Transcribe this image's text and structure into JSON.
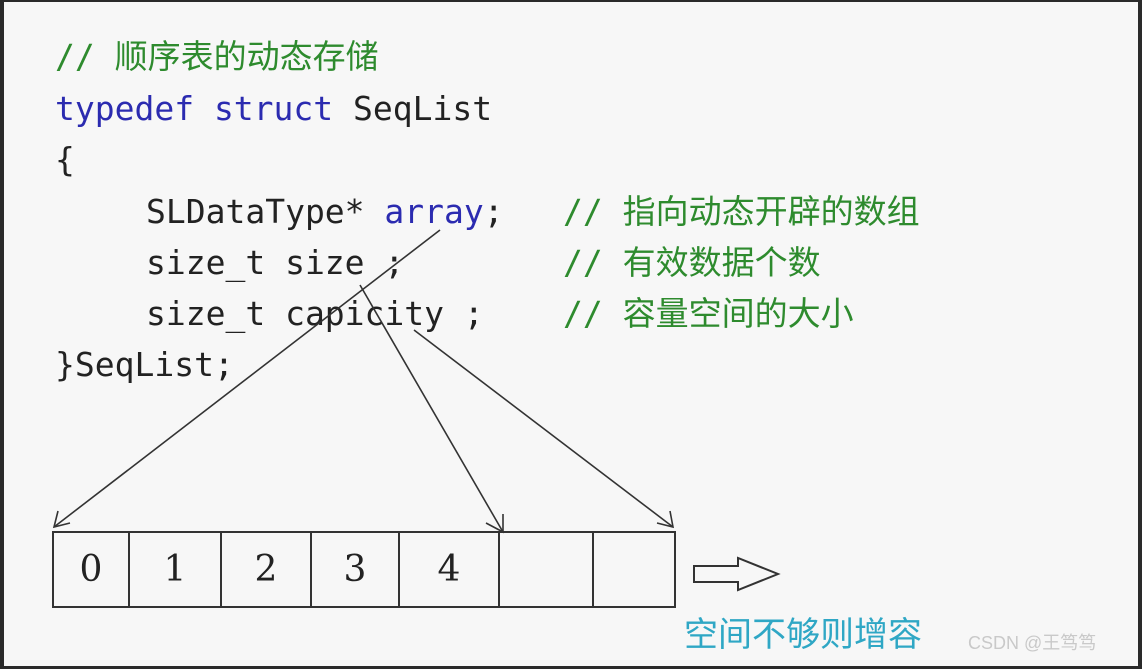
{
  "code": {
    "comment_title": "// 顺序表的动态存储",
    "line_typedef_kw": "typedef struct",
    "line_typedef_name": " SeqList",
    "line_open": "{",
    "field1_type": "SLDataType*",
    "field1_name": " array",
    "field1_end": ";",
    "field1_comment": "// 指向动态开辟的数组",
    "field2": "size_t size ;",
    "field2_comment": "// 有效数据个数",
    "field3": "size_t capicity ;",
    "field3_comment": "// 容量空间的大小",
    "line_close": "}SeqList;"
  },
  "cells": [
    "0",
    "1",
    "2",
    "3",
    "4",
    "",
    ""
  ],
  "caption": "空间不够则增容",
  "watermark": "CSDN @王笃笃",
  "colors": {
    "keyword": "#2b2bb0",
    "comment": "#2e8b2e",
    "caption": "#2fa7c5"
  }
}
